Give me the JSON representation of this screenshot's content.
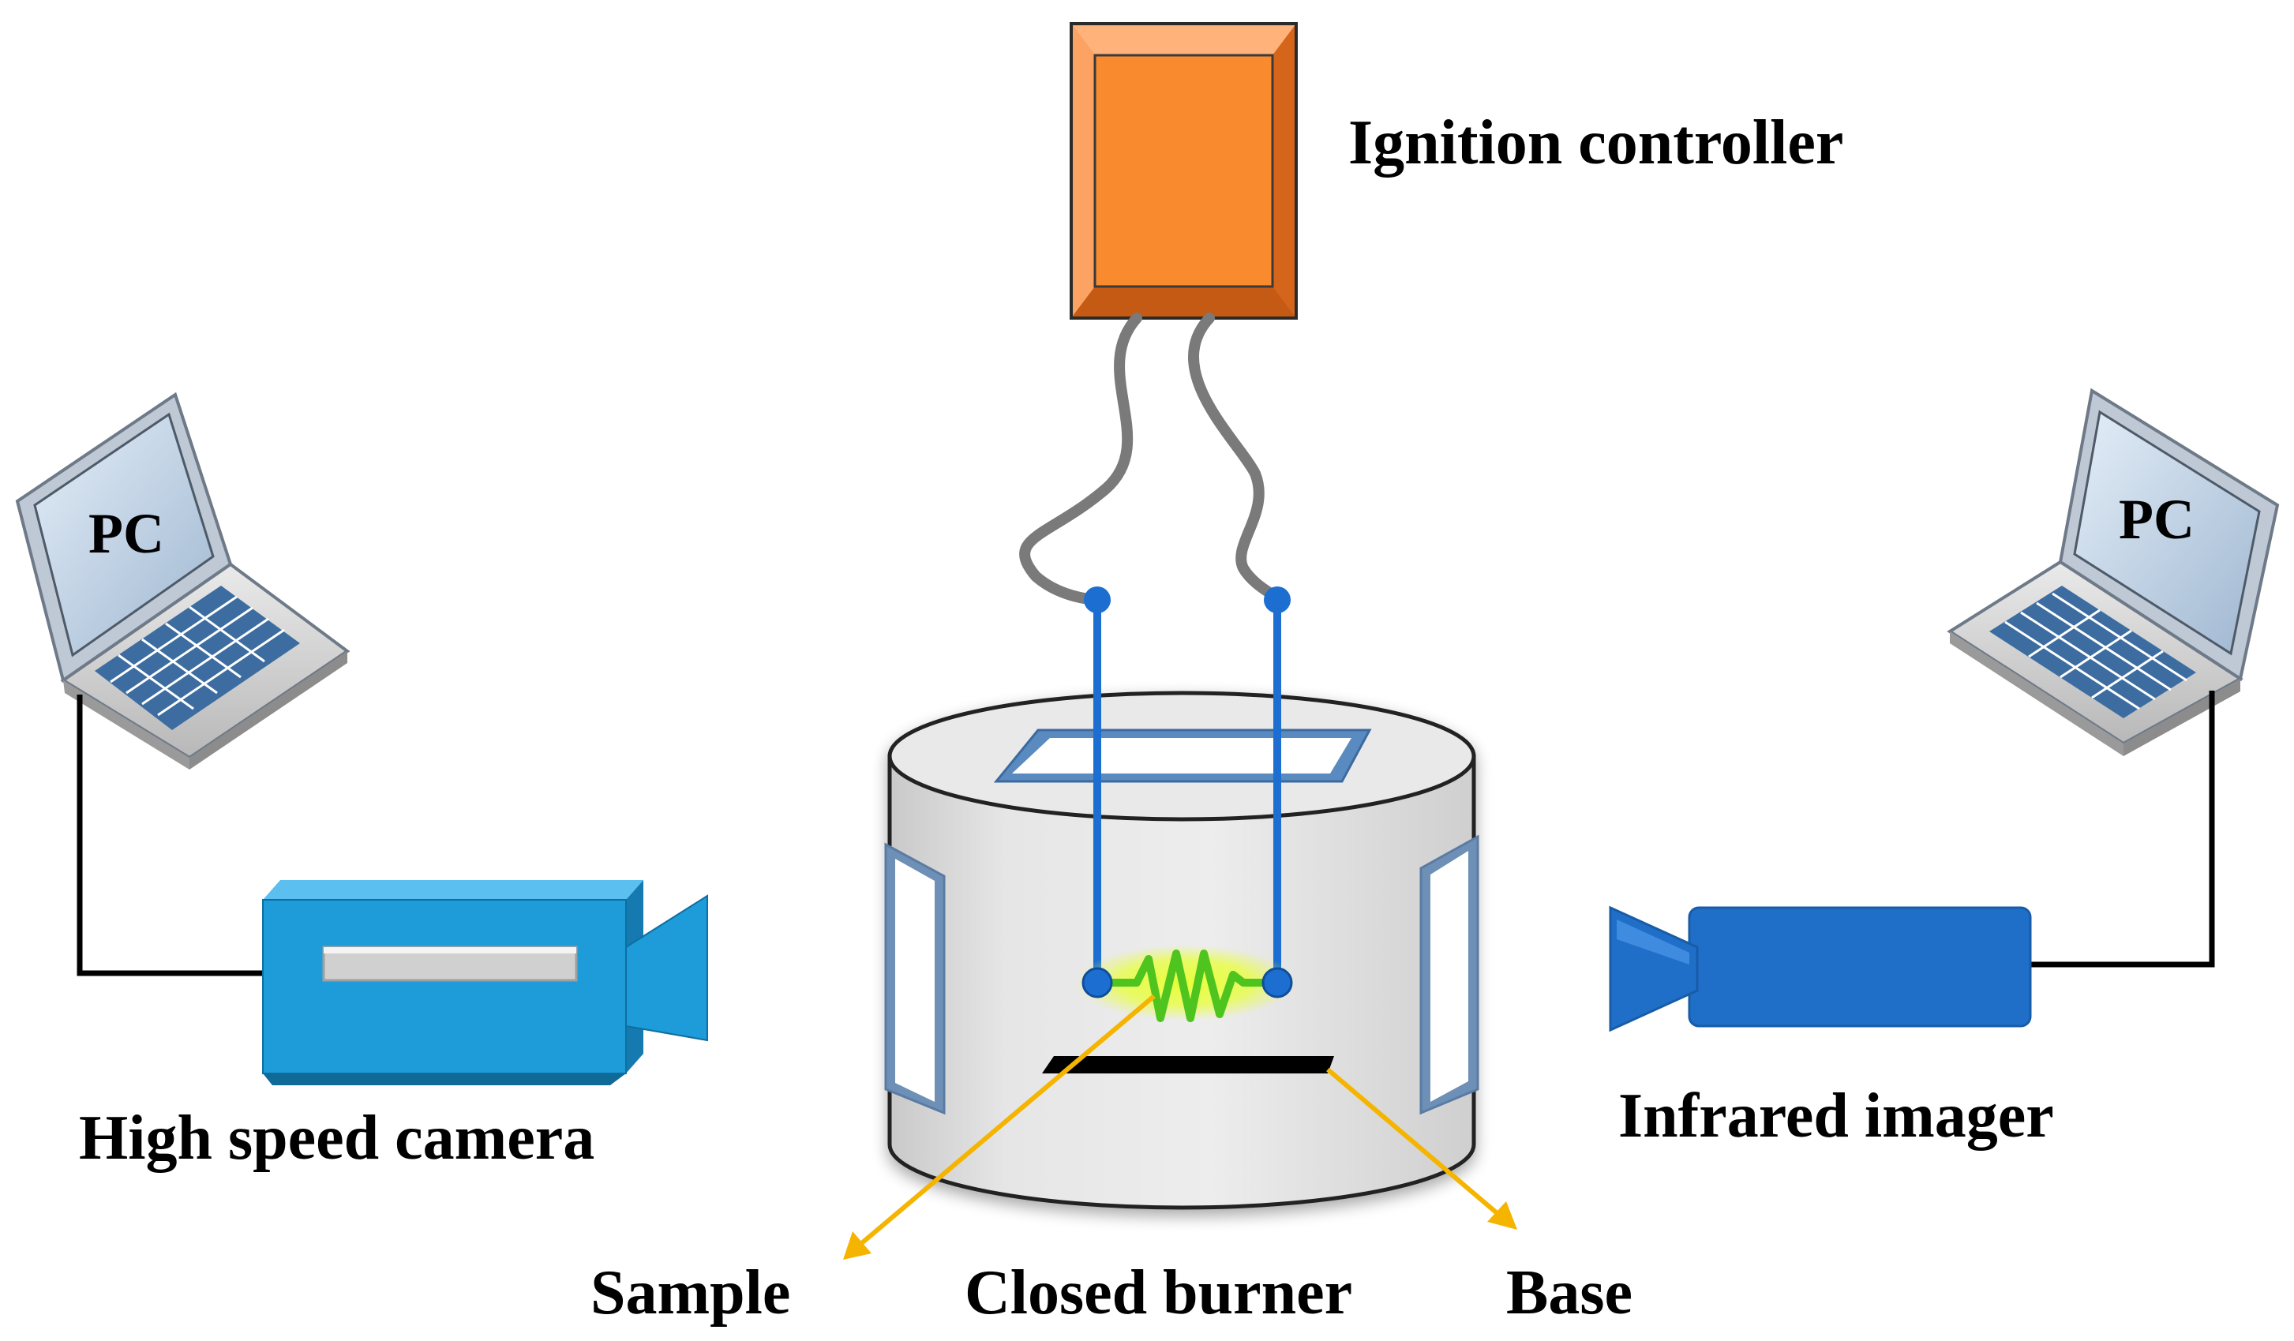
{
  "labels": {
    "ignition_controller": "Ignition controller",
    "pc_left": "PC",
    "pc_right": "PC",
    "high_speed_camera": "High speed camera",
    "infrared_imager": "Infrared imager",
    "sample": "Sample",
    "closed_burner": "Closed burner",
    "base": "Base"
  },
  "colors": {
    "controller_orange": "#F98A2E",
    "electrode_blue": "#1C6FD0",
    "camera_blue": "#1E9BD9",
    "imager_blue": "#1F6FC8",
    "arrow_yellow": "#F5B400",
    "coil_green": "#4FC41E",
    "glow_yellow": "#E8FF3A",
    "wire_gray": "#7A7A7A",
    "burner_gray": "#E3E3E3"
  }
}
